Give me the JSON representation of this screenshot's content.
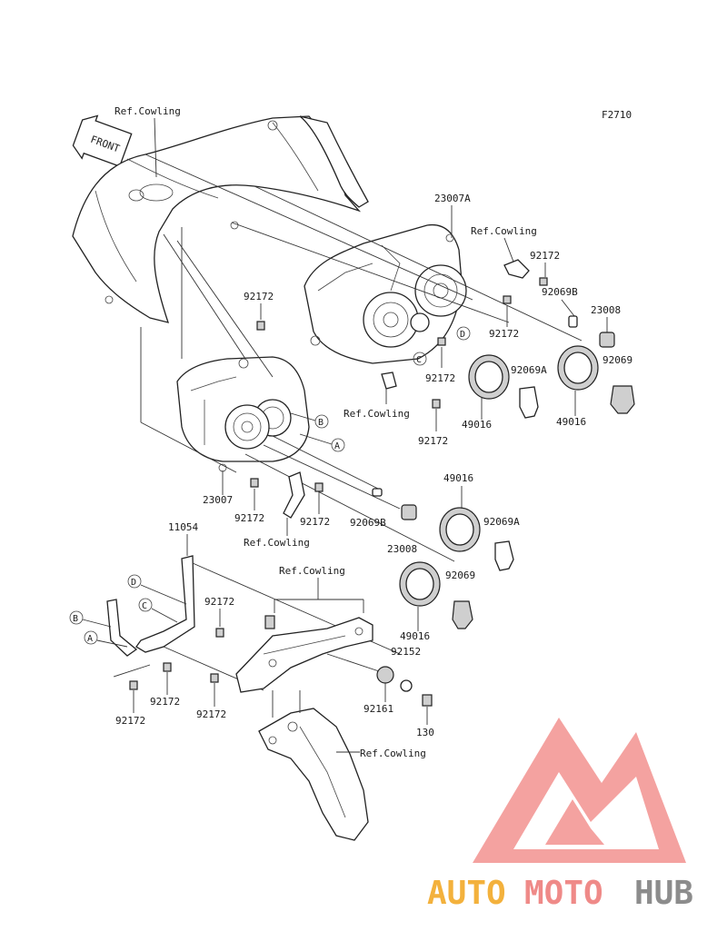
{
  "figure_code": "F2710",
  "front_arrow": "FRONT",
  "labels": {
    "ref_cowling": "Ref.Cowling",
    "p23007A": "23007A",
    "p23007": "23007",
    "p23008": "23008",
    "p92172": "92172",
    "p92069": "92069",
    "p92069A": "92069A",
    "p92069B": "92069B",
    "p49016": "49016",
    "p11054": "11054",
    "p92152": "92152",
    "p92161": "92161",
    "p130": "130"
  },
  "circle_refs": {
    "a": "A",
    "b": "B",
    "c": "C",
    "d": "D"
  },
  "watermark": {
    "part1": "AUTO",
    "part2": "MOTO",
    "part3": "HUB",
    "color1": "#f3b13c",
    "color2": "#ef8a88",
    "color3": "#8c8c8c"
  }
}
